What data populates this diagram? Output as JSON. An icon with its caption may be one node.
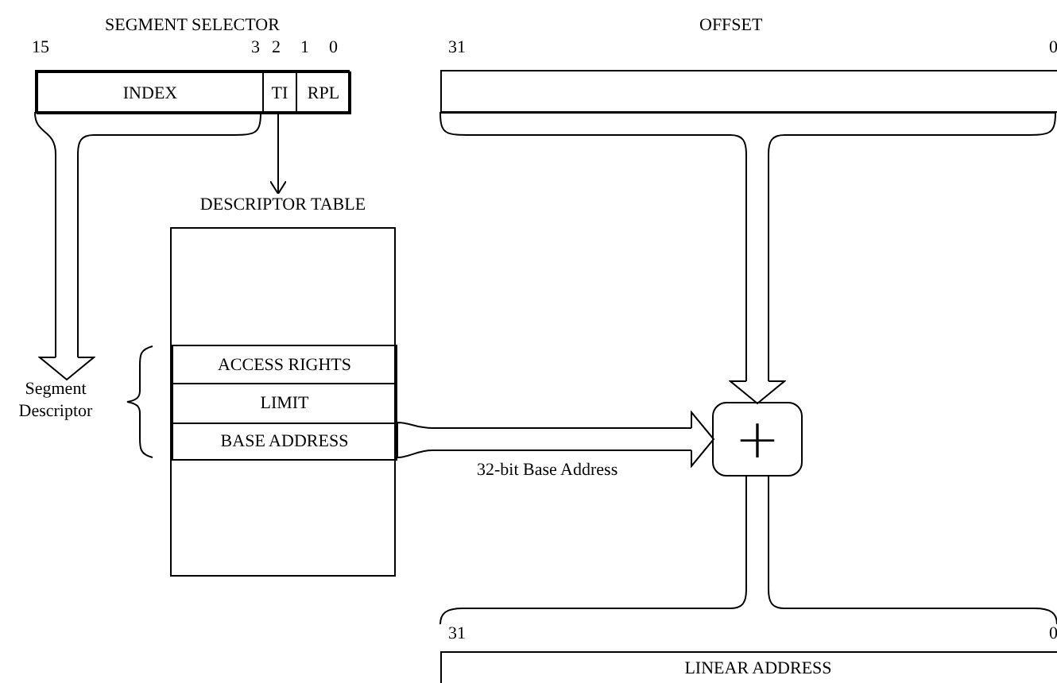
{
  "diagram": {
    "nodes": [
      {
        "text": [
          "SEGMENT SELECTOR"
        ]
      },
      {
        "text": [
          "INDEX"
        ],
        "in": 0
      },
      {
        "text": [
          "TI"
        ],
        "in": 0
      },
      {
        "text": [
          "RPL"
        ],
        "in": 0
      },
      {
        "text": [
          "OFFSET"
        ]
      },
      {
        "text": [
          "DESCRIPTOR TABLE"
        ]
      },
      {
        "text": [
          "ACCESS  RIGHTS"
        ],
        "in": 5
      },
      {
        "text": [
          "LIMIT"
        ],
        "in": 5
      },
      {
        "text": [
          "BASE ADDRESS"
        ],
        "in": 5
      },
      {
        "text": [
          "Segment Descriptor"
        ]
      },
      {
        "text": [
          "+"
        ]
      },
      {
        "text": [
          "LINEAR ADDRESS"
        ]
      }
    ],
    "edges": [
      {
        "from": 1,
        "to": 9,
        "arrow": "to"
      },
      {
        "from": 2,
        "to": 5,
        "arrow": "to"
      },
      {
        "from": 8,
        "to": 10,
        "arrow": "to",
        "label": "32-bit Base Address"
      },
      {
        "from": 4,
        "to": 10,
        "arrow": "to"
      },
      {
        "from": 10,
        "to": 11,
        "arrow": "none"
      }
    ],
    "labels": [
      "15",
      "3",
      "2",
      "1",
      "0",
      "31",
      "0",
      "31",
      "0"
    ]
  }
}
